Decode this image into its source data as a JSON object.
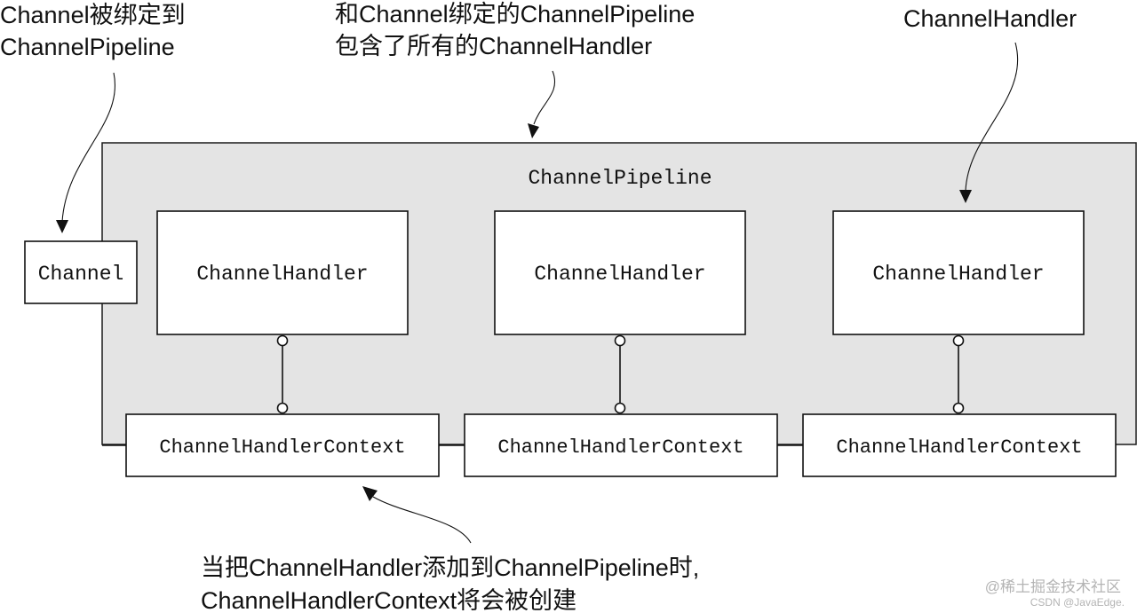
{
  "pipeline": {
    "title": "ChannelPipeline"
  },
  "channel": {
    "label": "Channel"
  },
  "handlers": [
    {
      "label": "ChannelHandler"
    },
    {
      "label": "ChannelHandler"
    },
    {
      "label": "ChannelHandler"
    }
  ],
  "contexts": [
    {
      "label": "ChannelHandlerContext"
    },
    {
      "label": "ChannelHandlerContext"
    },
    {
      "label": "ChannelHandlerContext"
    }
  ],
  "annotations": {
    "channel_bound": [
      "Channel被绑定到",
      "ChannelPipeline"
    ],
    "pipeline_contains": [
      "和Channel绑定的ChannelPipeline",
      "包含了所有的ChannelHandler"
    ],
    "handler": [
      "ChannelHandler"
    ],
    "context_created": [
      "当把ChannelHandler添加到ChannelPipeline时,",
      "ChannelHandlerContext将会被创建"
    ]
  },
  "watermark": {
    "line1": "@稀土掘金技术社区",
    "line2": "CSDN @JavaEdge."
  },
  "colors": {
    "pipeline_fill": "#e4e4e4",
    "stroke": "#111111",
    "box_fill": "#ffffff",
    "watermark": "#b0b0b0"
  }
}
